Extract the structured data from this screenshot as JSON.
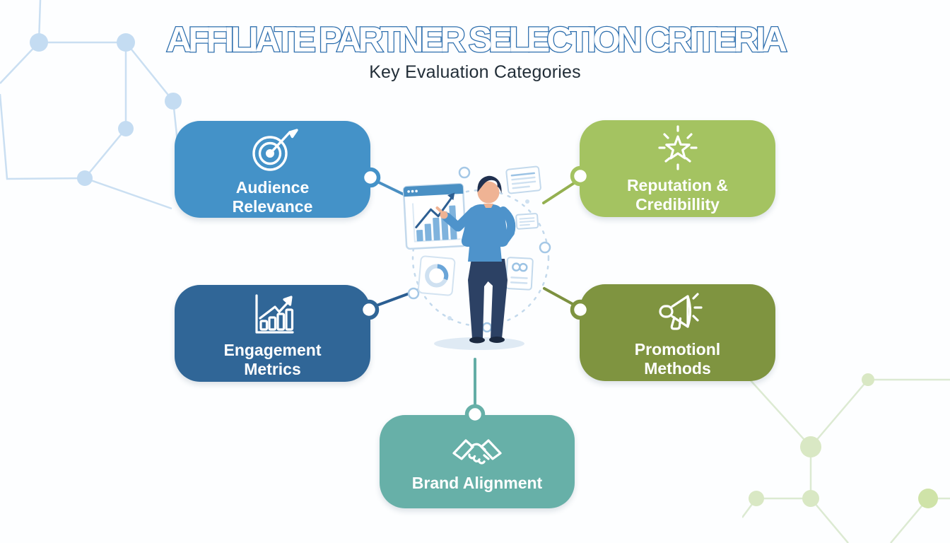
{
  "header": {
    "title": "AFFILIATE PARTNER SELECTION CRITERIA",
    "subtitle": "Key Evaluation Categories"
  },
  "categories": [
    {
      "name": "audience-relevance",
      "line1": "Audience",
      "line2": "Relevance",
      "color": "#4492c8",
      "icon": "target-icon"
    },
    {
      "name": "reputation-credibility",
      "line1": "Reputation &",
      "line2": "Credibillity",
      "color": "#a4c361",
      "icon": "sparkle-star-icon"
    },
    {
      "name": "engagement-metrics",
      "line1": "Engagement",
      "line2": "Metrics",
      "color": "#306697",
      "icon": "bar-chart-icon"
    },
    {
      "name": "promotional-methods",
      "line1": "Promotionl",
      "line2": "Methods",
      "color": "#7f9440",
      "icon": "megaphone-icon"
    },
    {
      "name": "brand-alignment",
      "line1": "Brand Alignment",
      "line2": "",
      "color": "#67b0a8",
      "icon": "handshake-icon"
    }
  ],
  "colors": {
    "title_outline": "#2e6fae",
    "subtitle_text": "#222e38",
    "connector_blue": "#4a8fc2",
    "connector_dark_blue": "#2b5e92",
    "connector_green": "#94b050",
    "connector_olive": "#7d9140",
    "connector_teal": "#63ada6",
    "network_blue_line": "#cadff2",
    "network_blue_node": "#c4dcf2",
    "network_green_line": "#dcead2",
    "network_green_node": "#d9e8c4",
    "illustration_accent": "#4a90c4"
  }
}
